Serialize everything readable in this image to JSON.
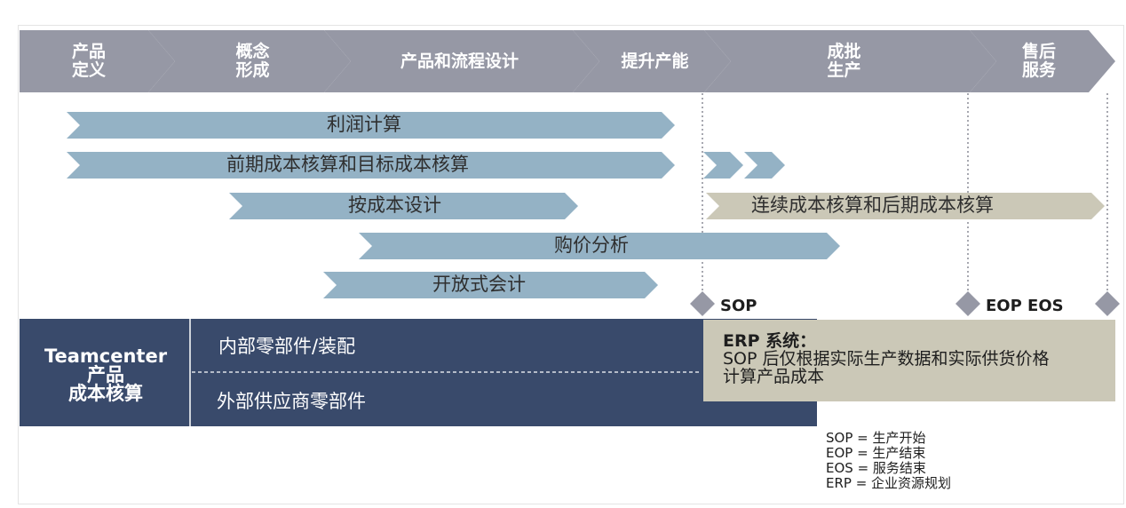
{
  "stages": [
    {
      "label": "产品\n定义"
    },
    {
      "label": "概念\n形成"
    },
    {
      "label": "产品和流程设计"
    },
    {
      "label": "提升产能"
    },
    {
      "label": "成批\n生产"
    },
    {
      "label": "售后\n服务"
    }
  ],
  "activities": [
    {
      "label": "利润计算"
    },
    {
      "label": "前期成本核算和目标成本核算"
    },
    {
      "label": "按成本设计"
    },
    {
      "label": "购价分析"
    },
    {
      "label": "开放式会计"
    },
    {
      "label": "连续成本核算和后期成本核算"
    }
  ],
  "milestones": [
    {
      "label": "SOP"
    },
    {
      "label": "EOP EOS"
    }
  ],
  "teamcenter": {
    "title_lines": [
      "Teamcenter",
      "产品",
      "成本核算"
    ],
    "items": [
      "内部零部件/装配",
      "外部供应商零部件"
    ]
  },
  "erp": {
    "title": "ERP 系统：",
    "body_lines": [
      "SOP 后仅根据实际生产数据和实际供货价格",
      "计算产品成本"
    ]
  },
  "legend": [
    "SOP = 生产开始",
    "EOP = 生产结束",
    "EOS = 服务结束",
    "ERP = 企业资源规划"
  ],
  "colors": {
    "stage_arrow": "#9698a5",
    "activity_arrow": "#94b2c5",
    "continuous_arrow": "#cbc8b7",
    "dark_panel": "#394a6b",
    "milestone_marker": "#9698a5"
  }
}
